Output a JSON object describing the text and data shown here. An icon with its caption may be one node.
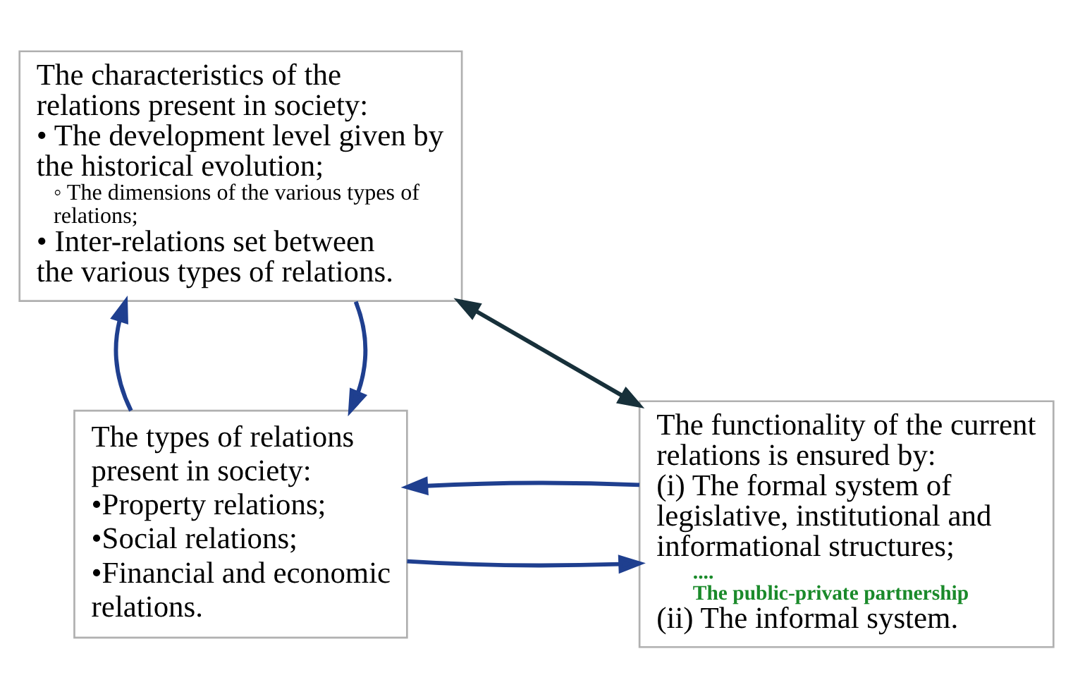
{
  "diagram": {
    "nodes": [
      {
        "text": [
          "The types of relations  present in society:",
          "•Property relations;",
          "•Social relations;",
          "•Financial and economic relations."
        ]
      },
      {
        "text": [
          "The functionality of the current relations is ensured by:",
          "(i) The formal system of legislative, institutional and informational structures;",
          "....",
          "The public-private partnership",
          "(ii) The informal system."
        ]
      },
      {
        "text": [
          "The characteristics of the relations present in society:",
          "• The development level given by the historical evolution;",
          "◦ The dimensions of the various types of relations;",
          "• Inter-relations set between the various types of relations."
        ]
      }
    ],
    "edges": [
      {
        "from": 1,
        "to": 0,
        "arrow": "to"
      },
      {
        "from": 0,
        "to": 1,
        "arrow": "to"
      },
      {
        "from": 2,
        "to": 0,
        "arrow": "to"
      },
      {
        "from": 0,
        "to": 2,
        "arrow": "to"
      },
      {
        "from": 2,
        "to": 1,
        "arrow": "both",
        "color": "#17303a"
      }
    ]
  }
}
